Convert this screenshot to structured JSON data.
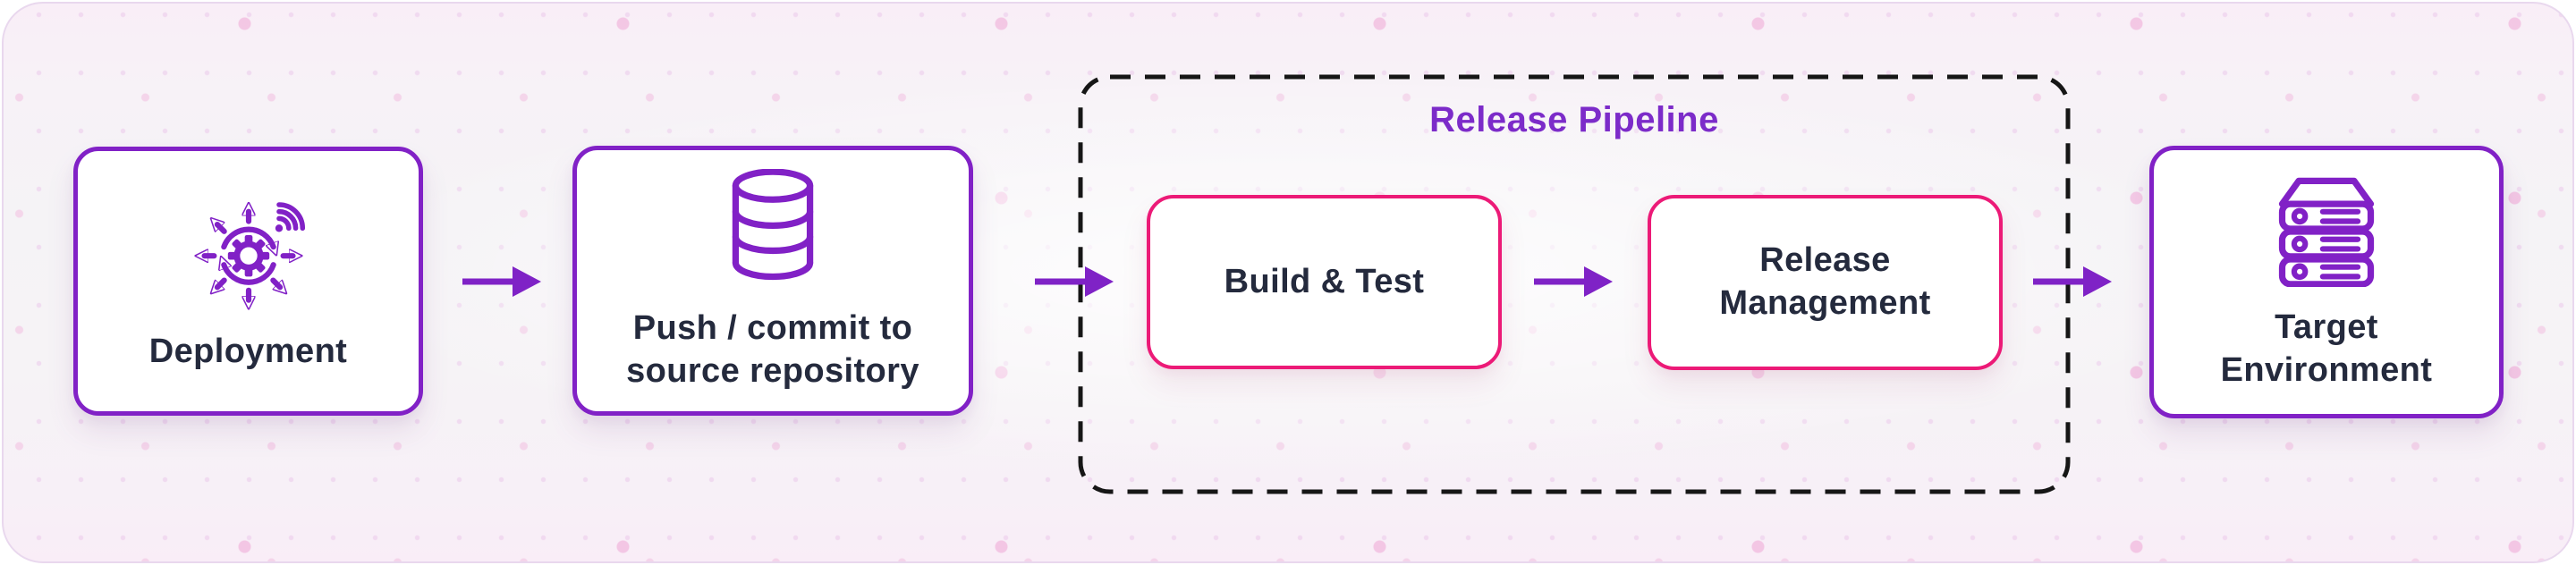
{
  "pipeline": {
    "title": "Release Pipeline"
  },
  "nodes": {
    "deployment": {
      "label": "Deployment",
      "icon": "deployment-gear-icon"
    },
    "push": {
      "label": "Push / commit to source repository",
      "icon": "database-icon"
    },
    "build_test": {
      "label": "Build & Test"
    },
    "release_management": {
      "label": "Release Management"
    },
    "target_environment": {
      "label": "Target Environment",
      "icon": "server-stack-icon"
    }
  },
  "colors": {
    "purple": "#8121c6",
    "pink": "#ec1a77",
    "arrow": "#7f22c6",
    "text": "#242a3d",
    "title": "#7c2bc9",
    "dash": "#161616",
    "dot": "#f2c9e4",
    "card-edge": "#e9d8ee"
  }
}
